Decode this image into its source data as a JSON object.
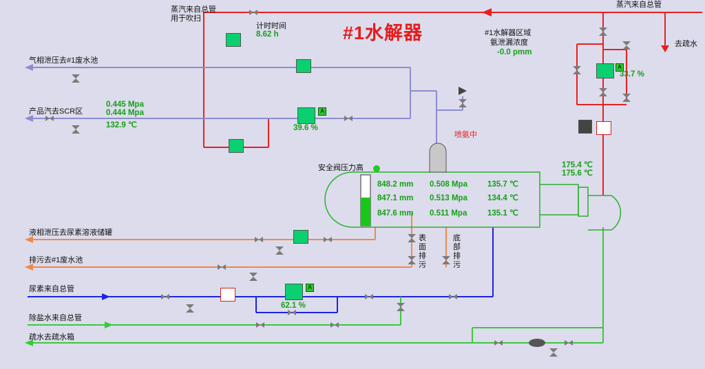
{
  "title": "#1水解器",
  "steam_in": "蒸汽来自总管",
  "drain_out": "去疏水",
  "steam_purge": [
    "蒸汽来自总管",
    "用于吹扫"
  ],
  "timer_label": "计时时间",
  "timer_value": "8.62 h",
  "area_label": [
    "#1水解器区域",
    "氨泄漏浓度"
  ],
  "area_value": "-0.0 pmm",
  "gas_relief": "气相泄压去#1废水池",
  "product_gas": "产品汽去SCR区",
  "pressure1": "0.445 Mpa",
  "pressure2": "0.444 Mpa",
  "temp_prod": "132.9 ℃",
  "valve_prod_pct": "39.6 %",
  "valve_steam_pct": "33.7 %",
  "ammonia_spray": "喷氨中",
  "safety_valve": "安全阀压力高",
  "steam_temp1": "175.4 ℃",
  "steam_temp2": "175.6 ℃",
  "levels": [
    "848.2 mm",
    "847.1 mm",
    "847.6 mm"
  ],
  "pressures": [
    "0.508 Mpa",
    "0.513 Mpa",
    "0.511 Mpa"
  ],
  "temps": [
    "135.7 ℃",
    "134.4 ℃",
    "135.1 ℃"
  ],
  "liquid_relief": "液相泄压去尿素溶液储罐",
  "waste_out": "排污去#1废水池",
  "surface_drain": "表面排污",
  "bottom_drain": "底部排污",
  "urea_in": "尿素来自总管",
  "valve_urea_pct": "62.1 %",
  "demin_in": "除盐水来自总管",
  "drain_tank": "疏水去疏水箱",
  "level_fill": 0.55,
  "colors": {
    "steam": "#e82020",
    "gas": "#8c8cd2",
    "liquid": "#f0884a",
    "urea": "#1c24e0",
    "water": "#3cc83c",
    "value": "#16a016"
  }
}
